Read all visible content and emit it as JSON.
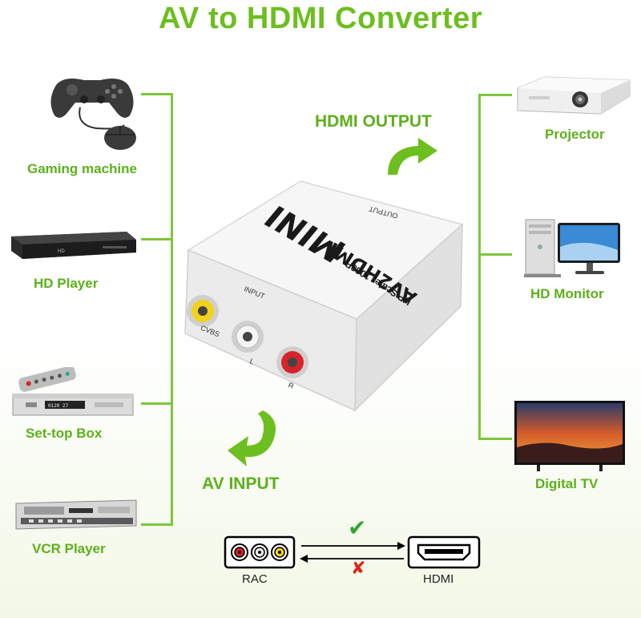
{
  "title": "AV to HDMI Converter",
  "left_devices": [
    {
      "label": "Gaming machine",
      "icon": "gamepad-and-mouse-icon"
    },
    {
      "label": "HD Player",
      "icon": "hd-player-icon"
    },
    {
      "label": "Set-top Box",
      "icon": "set-top-box-icon"
    },
    {
      "label": "VCR Player",
      "icon": "vcr-player-icon"
    }
  ],
  "right_devices": [
    {
      "label": "Projector",
      "icon": "projector-icon"
    },
    {
      "label": "HD Monitor",
      "icon": "hd-monitor-icon"
    },
    {
      "label": "Digital TV",
      "icon": "digital-tv-icon"
    }
  ],
  "hdmi_output_label": "HDMI OUTPUT",
  "av_input_label": "AV INPUT",
  "converter": {
    "brand": "MINI",
    "model": "AV2HDMI",
    "subtitle": "UP Scaler 1080P",
    "output_text": "OUTPUT",
    "input_text": "INPUT",
    "port_labels": [
      "CVBS",
      "L",
      "R"
    ]
  },
  "direction_legend": {
    "source": "RAC",
    "target": "HDMI",
    "valid_symbol": "✔",
    "invalid_symbol": "✘"
  },
  "colors": {
    "accent_green": "#6cbf1e",
    "check_green": "#2fa82a",
    "cross_red": "#e0231a",
    "rca_yellow": "#f2d21a",
    "rca_white": "#eeeeee",
    "rca_red": "#d8232a"
  }
}
